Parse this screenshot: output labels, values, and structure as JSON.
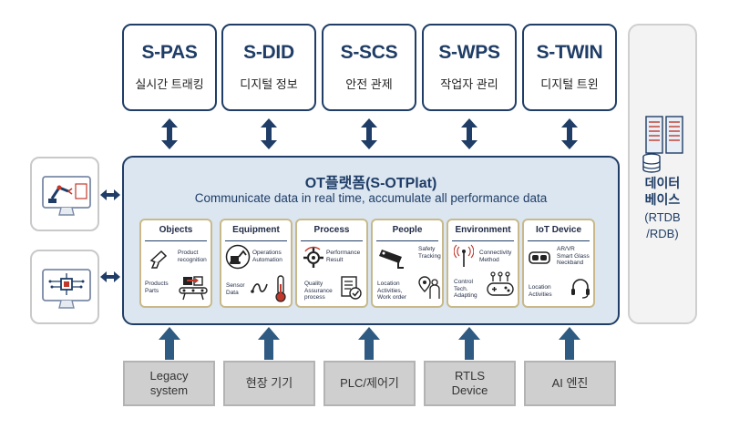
{
  "top_services": [
    {
      "code": "S-PAS",
      "label": "실시간 트래킹"
    },
    {
      "code": "S-DID",
      "label": "디지털 정보"
    },
    {
      "code": "S-SCS",
      "label": "안전 관제"
    },
    {
      "code": "S-WPS",
      "label": "작업자 관리"
    },
    {
      "code": "S-TWIN",
      "label": "디지털 트윈"
    }
  ],
  "database": {
    "title": "데이터\n베이스",
    "subtitle": "(RTDB\n/RDB)"
  },
  "platform": {
    "title": "OT플랫폼(S-OTPlat)",
    "subtitle": "Communicate data in real time, accumulate all performance data",
    "categories": [
      {
        "title": "Objects",
        "items": [
          "Product\nrecognition",
          "Products\nParts"
        ]
      },
      {
        "title": "Equipment",
        "items": [
          "Operations\nAutomation",
          "Sensor\nData"
        ]
      },
      {
        "title": "Process",
        "items": [
          "Performance\nResult",
          "Quality\nAssurance\nprocess"
        ]
      },
      {
        "title": "People",
        "items": [
          "Safety\nTracking",
          "Location\nActivities,\nWork order"
        ]
      },
      {
        "title": "Environment",
        "items": [
          "Connectivity\nMethod",
          "Control\nTech.\nAdapting"
        ]
      },
      {
        "title": "IoT Device",
        "items": [
          "AR/VR\nSmart Glass\nNeckband",
          "Location\nActivities"
        ]
      }
    ]
  },
  "bottom_sources": [
    {
      "label": "Legacy\nsystem"
    },
    {
      "label": "현장 기기"
    },
    {
      "label": "PLC/제어기"
    },
    {
      "label": "RTLS\nDevice"
    },
    {
      "label": "AI 엔진"
    }
  ],
  "icons": [
    "robot-arm-monitor-icon",
    "circuit-monitor-icon",
    "database-server-icon"
  ],
  "colors": {
    "navy": "#1f3d66",
    "platform_fill": "#dbe6f1",
    "arrow": "#2f5b82",
    "card_border": "#c9b98a",
    "source_fill": "#cfcfcf"
  }
}
